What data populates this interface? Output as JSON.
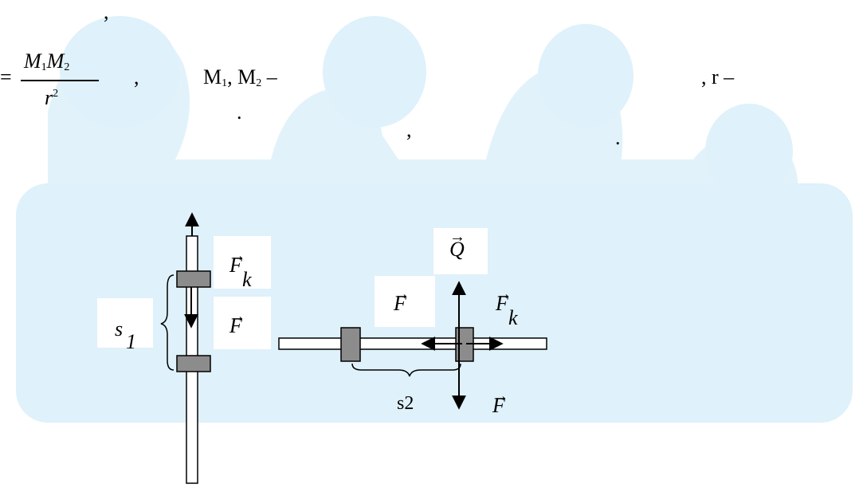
{
  "document": {
    "top_comma": ",",
    "equals_sign": "=",
    "formula_numerator": "M",
    "formula_numerator_sub1": "1",
    "formula_numerator_m2": "M",
    "formula_numerator_sub2": "2",
    "formula_denominator": "r",
    "formula_denominator_sup": "2",
    "comma_after_formula": ",",
    "masses_text_m1": "M",
    "masses_sub1": "1",
    "masses_sep": ",  M",
    "masses_sub2": "2",
    "masses_dash": " –",
    "r_text": ",  r –",
    "period_1": ".",
    "comma_2": ",",
    "period_2": "."
  },
  "diagram": {
    "labels": {
      "fk_left": "F",
      "fk_left_sub": "k",
      "f_left": "F",
      "s1": "s",
      "s1_sub": "1",
      "q": "Q",
      "f_middle": "F",
      "fk_right": "F",
      "fk_right_sub": "k",
      "s2": "s2",
      "f_bottom": "F",
      "vector_arrow": "→"
    },
    "colors": {
      "block": "#8c8c8c",
      "background_figure": "#dff1fa",
      "stroke": "#000000"
    }
  }
}
